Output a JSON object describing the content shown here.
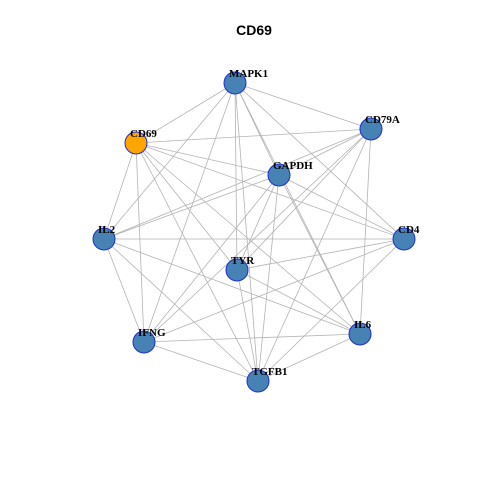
{
  "title": "CD69",
  "colors": {
    "node_default": "#4682b4",
    "node_highlight": "#ffa500",
    "node_border": "#1f2fd0",
    "edge": "#b3b3b3"
  },
  "nodes": [
    {
      "id": "MAPK1",
      "label": "MAPK1",
      "highlight": false
    },
    {
      "id": "CD79A",
      "label": "CD79A",
      "highlight": false
    },
    {
      "id": "CD69",
      "label": "CD69",
      "highlight": true
    },
    {
      "id": "GAPDH",
      "label": "GAPDH",
      "highlight": false
    },
    {
      "id": "IL2",
      "label": "IL2",
      "highlight": false
    },
    {
      "id": "CD4",
      "label": "CD4",
      "highlight": false
    },
    {
      "id": "TYR",
      "label": "TYR",
      "highlight": false
    },
    {
      "id": "IFNG",
      "label": "IFNG",
      "highlight": false
    },
    {
      "id": "IL6",
      "label": "IL6",
      "highlight": false
    },
    {
      "id": "TGFB1",
      "label": "TGFB1",
      "highlight": false
    }
  ],
  "edges": [
    [
      "MAPK1",
      "CD69"
    ],
    [
      "MAPK1",
      "CD79A"
    ],
    [
      "MAPK1",
      "IL2"
    ],
    [
      "MAPK1",
      "CD4"
    ],
    [
      "MAPK1",
      "TYR"
    ],
    [
      "MAPK1",
      "IFNG"
    ],
    [
      "MAPK1",
      "IL6"
    ],
    [
      "MAPK1",
      "TGFB1"
    ],
    [
      "MAPK1",
      "GAPDH"
    ],
    [
      "CD79A",
      "CD69"
    ],
    [
      "CD79A",
      "GAPDH"
    ],
    [
      "CD79A",
      "IL2"
    ],
    [
      "CD79A",
      "TYR"
    ],
    [
      "CD79A",
      "IFNG"
    ],
    [
      "CD79A",
      "IL6"
    ],
    [
      "CD79A",
      "TGFB1"
    ],
    [
      "CD69",
      "GAPDH"
    ],
    [
      "CD69",
      "IL2"
    ],
    [
      "CD69",
      "CD4"
    ],
    [
      "CD69",
      "TYR"
    ],
    [
      "CD69",
      "IFNG"
    ],
    [
      "CD69",
      "IL6"
    ],
    [
      "CD69",
      "TGFB1"
    ],
    [
      "GAPDH",
      "IL2"
    ],
    [
      "GAPDH",
      "CD4"
    ],
    [
      "GAPDH",
      "TYR"
    ],
    [
      "GAPDH",
      "IFNG"
    ],
    [
      "GAPDH",
      "IL6"
    ],
    [
      "GAPDH",
      "TGFB1"
    ],
    [
      "IL2",
      "CD4"
    ],
    [
      "IL2",
      "IFNG"
    ],
    [
      "IL2",
      "IL6"
    ],
    [
      "IL2",
      "TGFB1"
    ],
    [
      "CD4",
      "TYR"
    ],
    [
      "CD4",
      "IFNG"
    ],
    [
      "CD4",
      "TGFB1"
    ],
    [
      "TYR",
      "IL6"
    ],
    [
      "TYR",
      "TGFB1"
    ],
    [
      "IFNG",
      "IL6"
    ],
    [
      "IFNG",
      "TGFB1"
    ],
    [
      "IL6",
      "TGFB1"
    ]
  ]
}
